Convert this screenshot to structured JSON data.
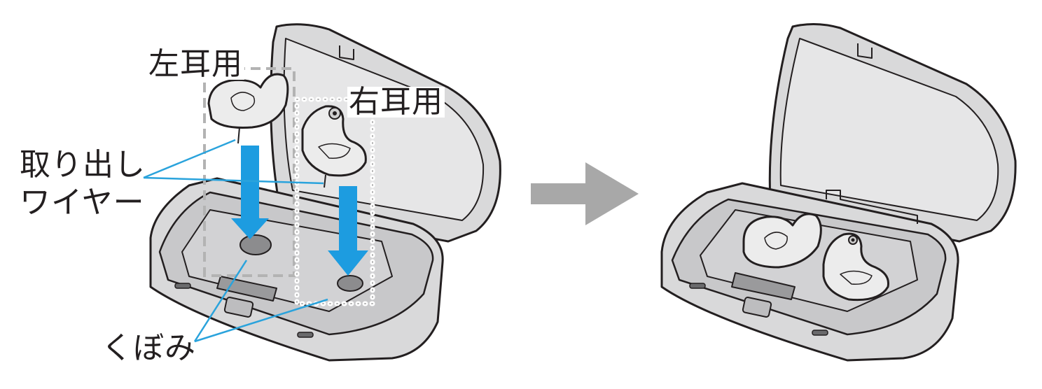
{
  "labels": {
    "left_ear": "左耳用",
    "right_ear": "右耳用",
    "wire_line1": "取り出し",
    "wire_line2": "ワイヤー",
    "recess": "くぼみ"
  },
  "colors": {
    "outline": "#231f20",
    "case_fill": "#d9d9da",
    "case_inner": "#c8c8ca",
    "earbud_fill": "#ececec",
    "arrow_blue": "#1d9ce0",
    "leader_blue": "#2aa3dc",
    "transition_arrow": "#a8a8a8",
    "guide_dashed": "#b3b3b3"
  }
}
